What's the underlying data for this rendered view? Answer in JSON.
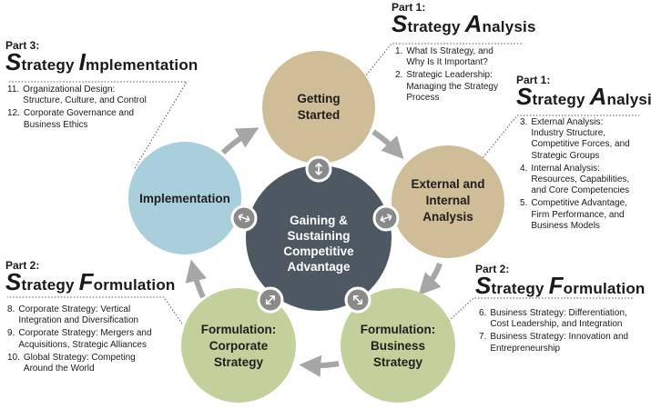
{
  "center": {
    "lines": [
      "Gaining &",
      "Sustaining",
      "Competitive",
      "Advantage"
    ]
  },
  "nodes": {
    "getting_started": {
      "lines": [
        "Getting",
        "Started"
      ],
      "color": "#cfbd97"
    },
    "external_internal": {
      "lines": [
        "External and",
        "Internal",
        "Analysis"
      ],
      "color": "#cfbd97"
    },
    "formulation_business": {
      "lines": [
        "Formulation:",
        "Business",
        "Strategy"
      ],
      "color": "#c2d19b"
    },
    "formulation_corporate": {
      "lines": [
        "Formulation:",
        "Corporate",
        "Strategy"
      ],
      "color": "#c2d19b"
    },
    "implementation": {
      "lines": [
        "Implementation"
      ],
      "color": "#a9cfdd"
    }
  },
  "colors": {
    "center": "#4e5863",
    "arrow": "#a6a6a6",
    "connector_badge": "#8a8a8a",
    "leader_line": "#555555"
  },
  "icons": [
    "double-arrow-icon"
  ],
  "panels": {
    "analysis_top": {
      "part": "Part 1:",
      "title_cap1": "S",
      "title_rest1": "trategy ",
      "title_cap2": "A",
      "title_rest2": "nalysis",
      "items": [
        {
          "num": "1.",
          "text": "What Is Strategy, and Why Is It Important?"
        },
        {
          "num": "2.",
          "text": "Strategic Leadership: Managing the Strategy Process"
        }
      ]
    },
    "analysis_right": {
      "part": "Part 1:",
      "title_cap1": "S",
      "title_rest1": "trategy ",
      "title_cap2": "A",
      "title_rest2": "nalysis",
      "items": [
        {
          "num": "3.",
          "text": "External Analysis: Industry Structure, Competitive Forces, and Strategic Groups"
        },
        {
          "num": "4.",
          "text": "Internal Analysis: Resources, Capabilities, and Core Competencies"
        },
        {
          "num": "5.",
          "text": "Competitive Advantage, Firm Performance, and Business Models"
        }
      ]
    },
    "formulation_right": {
      "part": "Part 2:",
      "title_cap1": "S",
      "title_rest1": "trategy ",
      "title_cap2": "F",
      "title_rest2": "ormulation",
      "items": [
        {
          "num": "6.",
          "text": "Business Strategy: Differentiation, Cost Leadership, and Integration"
        },
        {
          "num": "7.",
          "text": "Business Strategy: Innovation and Entrepreneurship"
        }
      ]
    },
    "formulation_left": {
      "part": "Part 2:",
      "title_cap1": "S",
      "title_rest1": "trategy ",
      "title_cap2": "F",
      "title_rest2": "ormulation",
      "items": [
        {
          "num": "8.",
          "text": "Corporate Strategy: Vertical Integration and Diversification"
        },
        {
          "num": "9.",
          "text": "Corporate Strategy: Mergers and Acquisitions, Strategic Alliances"
        },
        {
          "num": "10.",
          "text": "Global Strategy: Competing Around the World"
        }
      ]
    },
    "implementation_left": {
      "part": "Part 3:",
      "title_cap1": "S",
      "title_rest1": "trategy ",
      "title_cap2": "I",
      "title_rest2": "mplementation",
      "items": [
        {
          "num": "11.",
          "text": "Organizational Design: Structure, Culture, and Control"
        },
        {
          "num": "12.",
          "text": "Corporate Governance and Business Ethics"
        }
      ]
    }
  }
}
